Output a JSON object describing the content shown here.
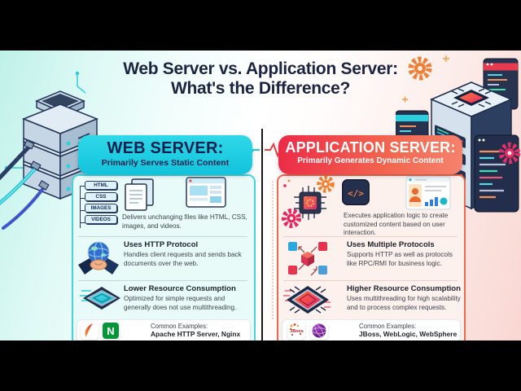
{
  "title": {
    "line1": "Web Server vs. Application Server:",
    "line2": "What's the Difference?"
  },
  "colors": {
    "accent_cyan": "#12c3dc",
    "accent_red": "#ee3347",
    "navy": "#1b2441",
    "left_panel_bg": "#e9fbf9",
    "right_panel_bg": "#fdf1ee"
  },
  "left_column": {
    "header_title": "WEB SERVER:",
    "header_subtitle": "Primarily Serves Static Content",
    "file_tags": [
      "HTML",
      "CSS",
      "IMAGES",
      "VIDEOS"
    ],
    "intro_desc": "Delivers unchanging files like HTML, CSS, images, and videos.",
    "features": [
      {
        "title": "Uses HTTP Protocol",
        "desc": "Handles client requests and sends back documents over the web."
      },
      {
        "title": "Lower Resource Consumption",
        "desc": "Optimized for simple requests and generally does not use multithreading."
      }
    ],
    "examples_label": "Common Examples:",
    "examples_value": "Apache HTTP Server, Nginx",
    "icons": {
      "nginx_letter": "N"
    }
  },
  "right_column": {
    "header_title": "APPLICATION SERVER:",
    "header_subtitle": "Primarily Generates Dynamic Content",
    "intro_desc": "Executes application logic to create customized content based on user interaction.",
    "features": [
      {
        "title": "Uses Multiple Protocols",
        "desc": "Supports HTTP as well as protocols like RPC/RMI for business logic."
      },
      {
        "title": "Higher Resource Consumption",
        "desc": "Uses multithreading for high scalability and to process complex requests."
      }
    ],
    "examples_label": "Common Examples:",
    "examples_value": "JBoss, WebLogic, WebSphere",
    "icons": {
      "code_glyph": "</>",
      "jboss_label": "JBoss"
    }
  }
}
